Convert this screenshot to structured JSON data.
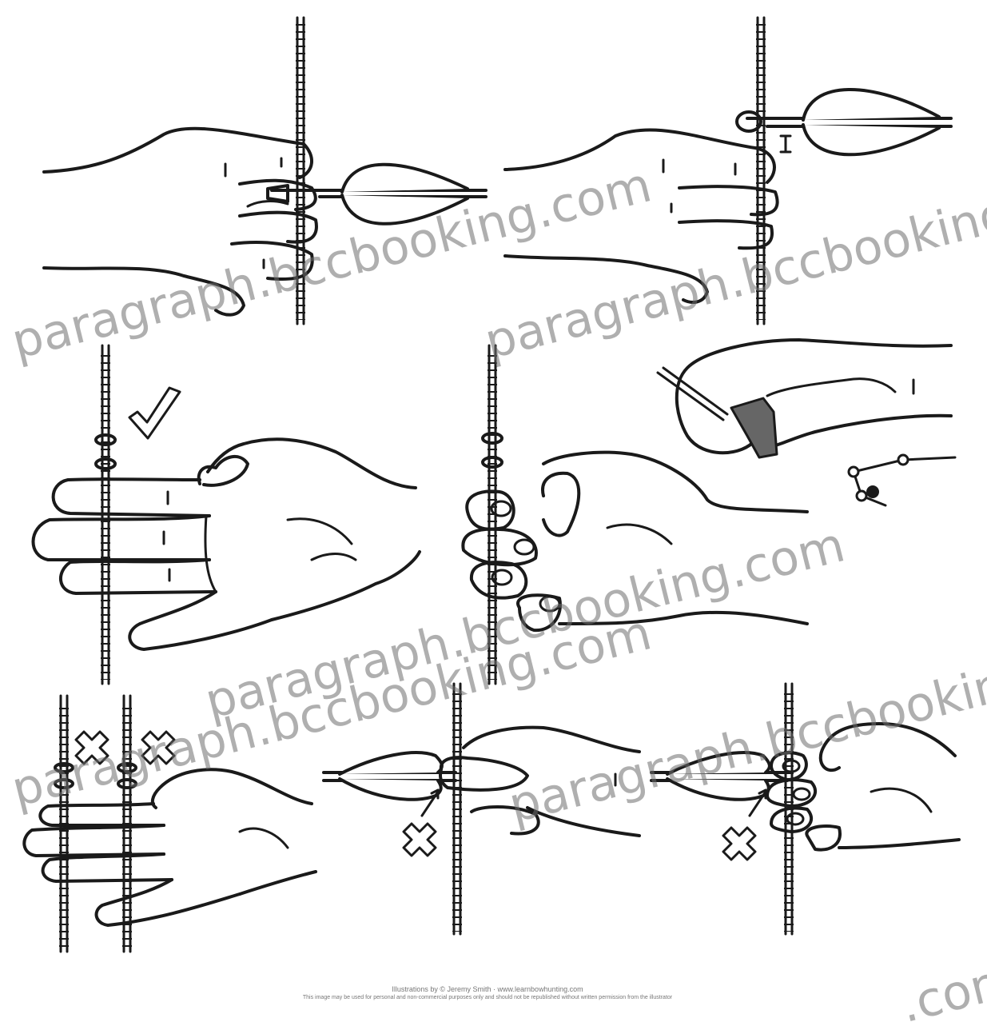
{
  "watermarks": [
    "paragraph.bccbooking.com",
    "paragraph.bccbooking.com",
    "paragraph.bccbooking.com",
    "paragraph.bccbooking.com",
    "paragraph.bccbooking.com"
  ],
  "corner_watermark": ".com",
  "credit": {
    "line1": "Illustrations by © Jeremy Smith · www.learnbowhunting.com",
    "line2": "This image may be used for personal and non-commercial purposes only and should not be republished without written permission from the illustrator"
  },
  "marks": {
    "check": "✓",
    "cross": "✕"
  },
  "colors": {
    "line": "#1a1a1a",
    "fletch": "#ffffff",
    "tab": "#666666",
    "watermark": "#6f6f6f"
  }
}
